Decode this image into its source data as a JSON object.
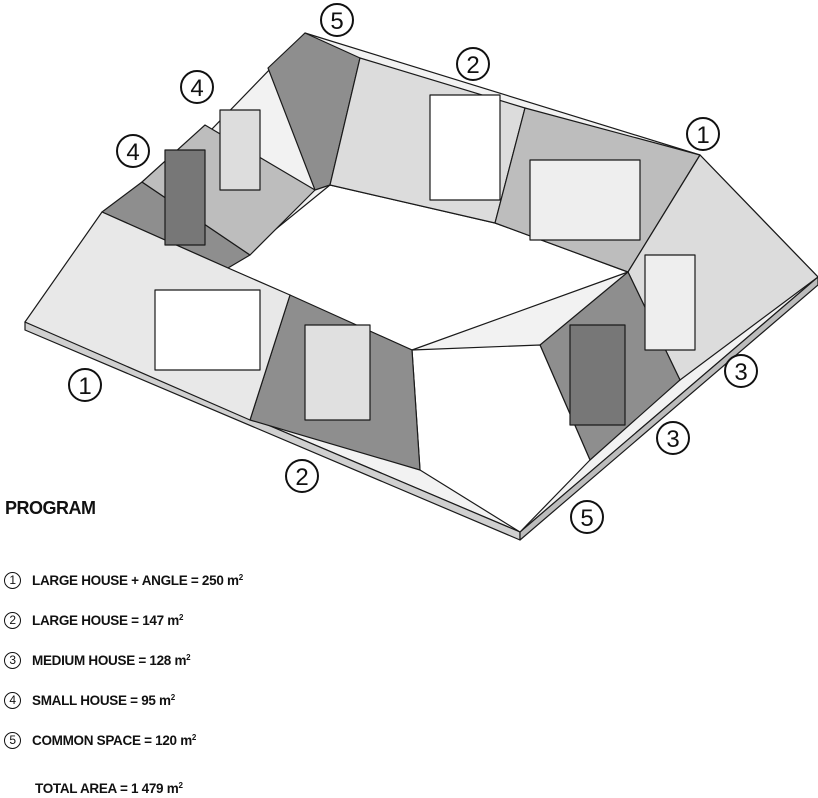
{
  "diagram": {
    "callouts": [
      "1",
      "2",
      "3",
      "3",
      "4",
      "4",
      "5",
      "5",
      "1",
      "2"
    ]
  },
  "program": {
    "title": "PROGRAM",
    "items": [
      {
        "num": "1",
        "label": "LARGE HOUSE + ANGLE = 250 m",
        "unit_sup": "2"
      },
      {
        "num": "2",
        "label": "LARGE HOUSE = 147 m",
        "unit_sup": "2"
      },
      {
        "num": "3",
        "label": "MEDIUM HOUSE = 128 m",
        "unit_sup": "2"
      },
      {
        "num": "4",
        "label": "SMALL HOUSE = 95 m",
        "unit_sup": "2"
      },
      {
        "num": "5",
        "label": "COMMON SPACE = 120 m",
        "unit_sup": "2"
      }
    ],
    "total_label": "TOTAL AREA = 1 479 m",
    "total_sup": "2"
  },
  "colors": {
    "dark_gray": "#8e8e8e",
    "mid_gray": "#bdbdbd",
    "light_gray": "#dcdcdc",
    "white": "#ffffff",
    "line": "#1a1a1a"
  }
}
